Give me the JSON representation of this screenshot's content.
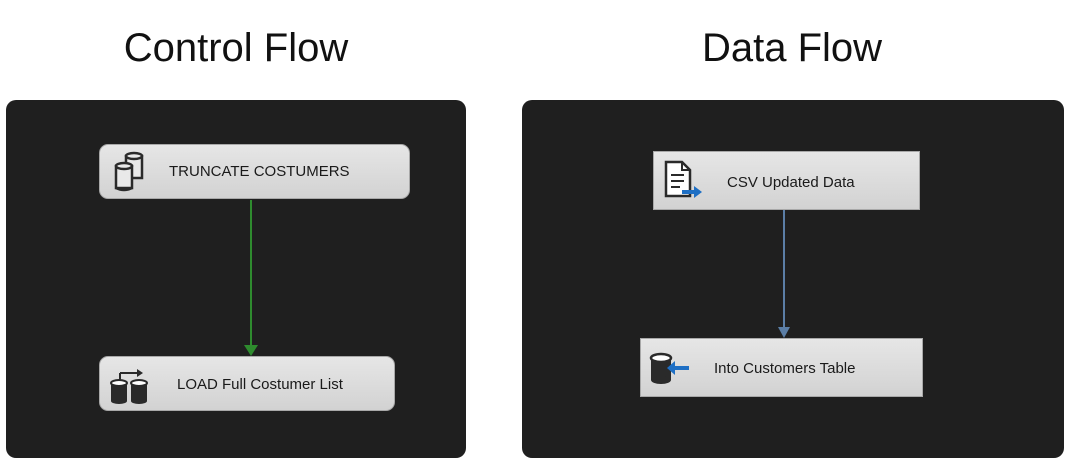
{
  "control_flow": {
    "title": "Control Flow",
    "tasks": [
      {
        "label": "TRUNCATE COSTUMERS",
        "icon": "execute-sql-task-icon"
      },
      {
        "label": "LOAD Full Costumer List",
        "icon": "data-flow-task-icon"
      }
    ],
    "connector_color": "#2e8b2e"
  },
  "data_flow": {
    "title": "Data Flow",
    "components": [
      {
        "label": "CSV Updated Data",
        "icon": "flat-file-source-icon"
      },
      {
        "label": "Into Customers Table",
        "icon": "database-destination-icon"
      }
    ],
    "connector_color": "#5b7ea6"
  },
  "colors": {
    "canvas_background": "#1f1f1f",
    "node_background": "#dcdcdc"
  }
}
